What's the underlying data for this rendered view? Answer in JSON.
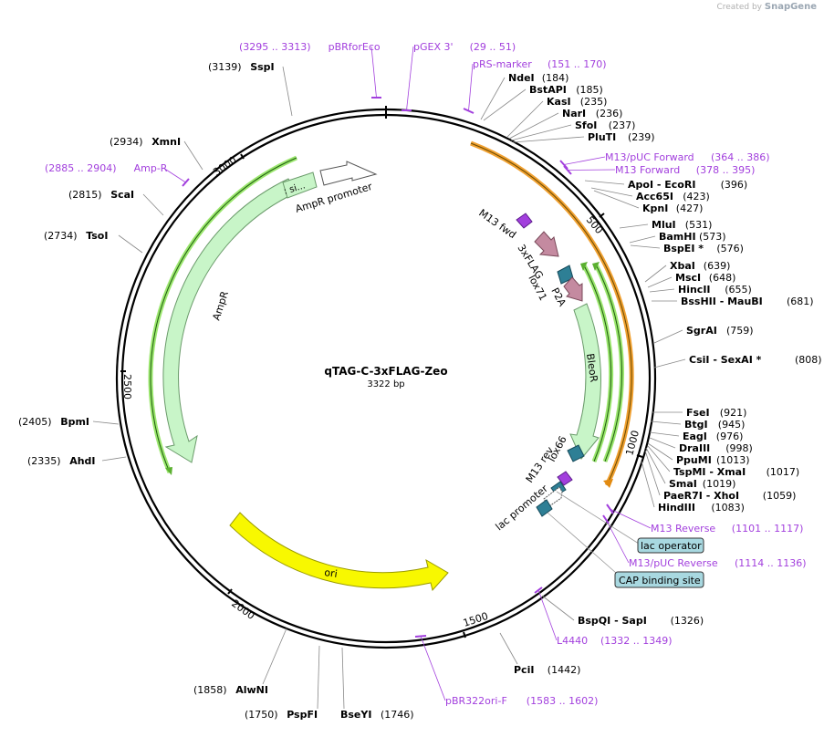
{
  "watermark": {
    "created_by": "Created by",
    "brand": "SnapGene"
  },
  "plasmid": {
    "name": "qTAG-C-3xFLAG-Zeo",
    "length_label": "3322 bp",
    "length": 3322
  },
  "colors": {
    "primer": "#a23fdd",
    "orange_feature": "#f0a030",
    "green_feature": "#9be66e",
    "ampr": "#c8f5c8",
    "ori": "#f8f800",
    "pink": "#c48aa0",
    "teal": "#2e7f95",
    "purple": "#a23fdd",
    "box_fill": "#a8d8e0"
  },
  "tick_labels": [
    "500",
    "1000",
    "1500",
    "2000",
    "2500",
    "3000"
  ],
  "sites": [
    {
      "name": "SspI",
      "pos": "(3139)"
    },
    {
      "name": "XmnI",
      "pos": "(2934)"
    },
    {
      "name": "ScaI",
      "pos": "(2815)"
    },
    {
      "name": "TsoI",
      "pos": "(2734)"
    },
    {
      "name": "BpmI",
      "pos": "(2405)"
    },
    {
      "name": "AhdI",
      "pos": "(2335)"
    },
    {
      "name": "AlwNI",
      "pos": "(1858)"
    },
    {
      "name": "PspFI",
      "pos": "(1750)"
    },
    {
      "name": "BseYI",
      "pos": "(1746)"
    },
    {
      "name": "PciI",
      "pos": "(1442)"
    },
    {
      "name": "BspQI  - SapI",
      "pos": "(1326)"
    },
    {
      "name": "HindIII",
      "pos": "(1083)"
    },
    {
      "name": "PaeR7I  - XhoI",
      "pos": "(1059)"
    },
    {
      "name": "SmaI",
      "pos": "(1019)"
    },
    {
      "name": "TspMI  - XmaI",
      "pos": "(1017)"
    },
    {
      "name": "PpuMI",
      "pos": "(1013)"
    },
    {
      "name": "DraIII",
      "pos": "(998)"
    },
    {
      "name": "EagI",
      "pos": "(976)"
    },
    {
      "name": "BtgI",
      "pos": "(945)"
    },
    {
      "name": "FseI",
      "pos": "(921)"
    },
    {
      "name": "CsiI  - SexAI *",
      "pos": "(808)"
    },
    {
      "name": "SgrAI",
      "pos": "(759)"
    },
    {
      "name": "BssHII  - MauBI",
      "pos": "(681)"
    },
    {
      "name": "HincII",
      "pos": "(655)"
    },
    {
      "name": "MscI",
      "pos": "(648)"
    },
    {
      "name": "XbaI",
      "pos": "(639)"
    },
    {
      "name": "BspEI *",
      "pos": "(576)"
    },
    {
      "name": "BamHI",
      "pos": "(573)"
    },
    {
      "name": "MluI",
      "pos": "(531)"
    },
    {
      "name": "KpnI",
      "pos": "(427)"
    },
    {
      "name": "Acc65I",
      "pos": "(423)"
    },
    {
      "name": "ApoI  - EcoRI",
      "pos": "(396)"
    },
    {
      "name": "PluTI",
      "pos": "(239)"
    },
    {
      "name": "SfoI",
      "pos": "(237)"
    },
    {
      "name": "NarI",
      "pos": "(236)"
    },
    {
      "name": "KasI",
      "pos": "(235)"
    },
    {
      "name": "BstAPI",
      "pos": "(185)"
    },
    {
      "name": "NdeI",
      "pos": "(184)"
    }
  ],
  "primers": [
    {
      "name": "pBRforEco",
      "range": "(3295 .. 3313)"
    },
    {
      "name": "pGEX 3'",
      "range": "(29 .. 51)"
    },
    {
      "name": "pRS-marker",
      "range": "(151 .. 170)"
    },
    {
      "name": "Amp-R",
      "range": "(2885 .. 2904)"
    },
    {
      "name": "M13/pUC Forward",
      "range": "(364 .. 386)"
    },
    {
      "name": "M13 Forward",
      "range": "(378 .. 395)"
    },
    {
      "name": "M13 Reverse",
      "range": "(1101 .. 1117)"
    },
    {
      "name": "M13/pUC Reverse",
      "range": "(1114 .. 1136)"
    },
    {
      "name": "L4440",
      "range": "(1332 .. 1349)"
    },
    {
      "name": "pBR322ori-F",
      "range": "(1583 .. 1602)"
    }
  ],
  "features": {
    "ampr_promoter": "AmpR promoter",
    "ampr_small": ": si...",
    "ampr": "AmpR",
    "ori": "ori",
    "bleor": "BleoR",
    "m13_fwd": "M13 fwd",
    "flag": "3xFLAG",
    "lox71": "lox71",
    "p2a": "P2A",
    "lox66": "lox66",
    "m13_rev": "M13 rev",
    "lac_promoter": "lac promoter",
    "lac_operator": "lac operator",
    "cap_site": "CAP binding site"
  }
}
